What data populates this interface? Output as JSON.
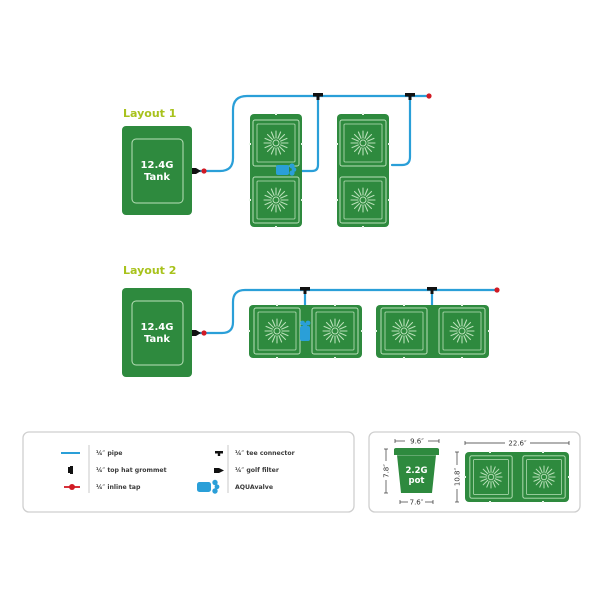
{
  "colors": {
    "green": "#2e8a3e",
    "green_dark": "#237a33",
    "inner_line": "#b9e0b9",
    "pipe": "#2a9fd8",
    "tap": "#d11a24",
    "fitting": "#111111",
    "valve": "#2a9fd8",
    "title": "#a8c21c",
    "panel_border": "#cfcfcf"
  },
  "layout1": {
    "title": "Layout 1",
    "tank": {
      "line1": "12.4G",
      "line2": "Tank"
    },
    "trays": 2,
    "orientation": "vertical"
  },
  "layout2": {
    "title": "Layout 2",
    "tank": {
      "line1": "12.4G",
      "line2": "Tank"
    },
    "trays": 2,
    "orientation": "horizontal"
  },
  "legend": {
    "items": [
      {
        "icon": "pipe-icon",
        "label": "¼″ pipe"
      },
      {
        "icon": "top-hat-grommet-icon",
        "label": "¼″ top hat grommet"
      },
      {
        "icon": "inline-tap-icon",
        "label": "¼″ inline tap"
      },
      {
        "icon": "tee-connector-icon",
        "label": "¼″ tee connector"
      },
      {
        "icon": "golf-filter-icon",
        "label": "¼″ golf filter"
      },
      {
        "icon": "aquavalve-icon",
        "label": "AQUAvalve"
      }
    ]
  },
  "dimensions": {
    "pot": {
      "line1": "2.2G",
      "line2": "pot",
      "top_width": "9.6″",
      "height": "7.8″",
      "bottom_width": "7.6″"
    },
    "tray": {
      "width": "22.6″",
      "height": "10.8″"
    }
  }
}
